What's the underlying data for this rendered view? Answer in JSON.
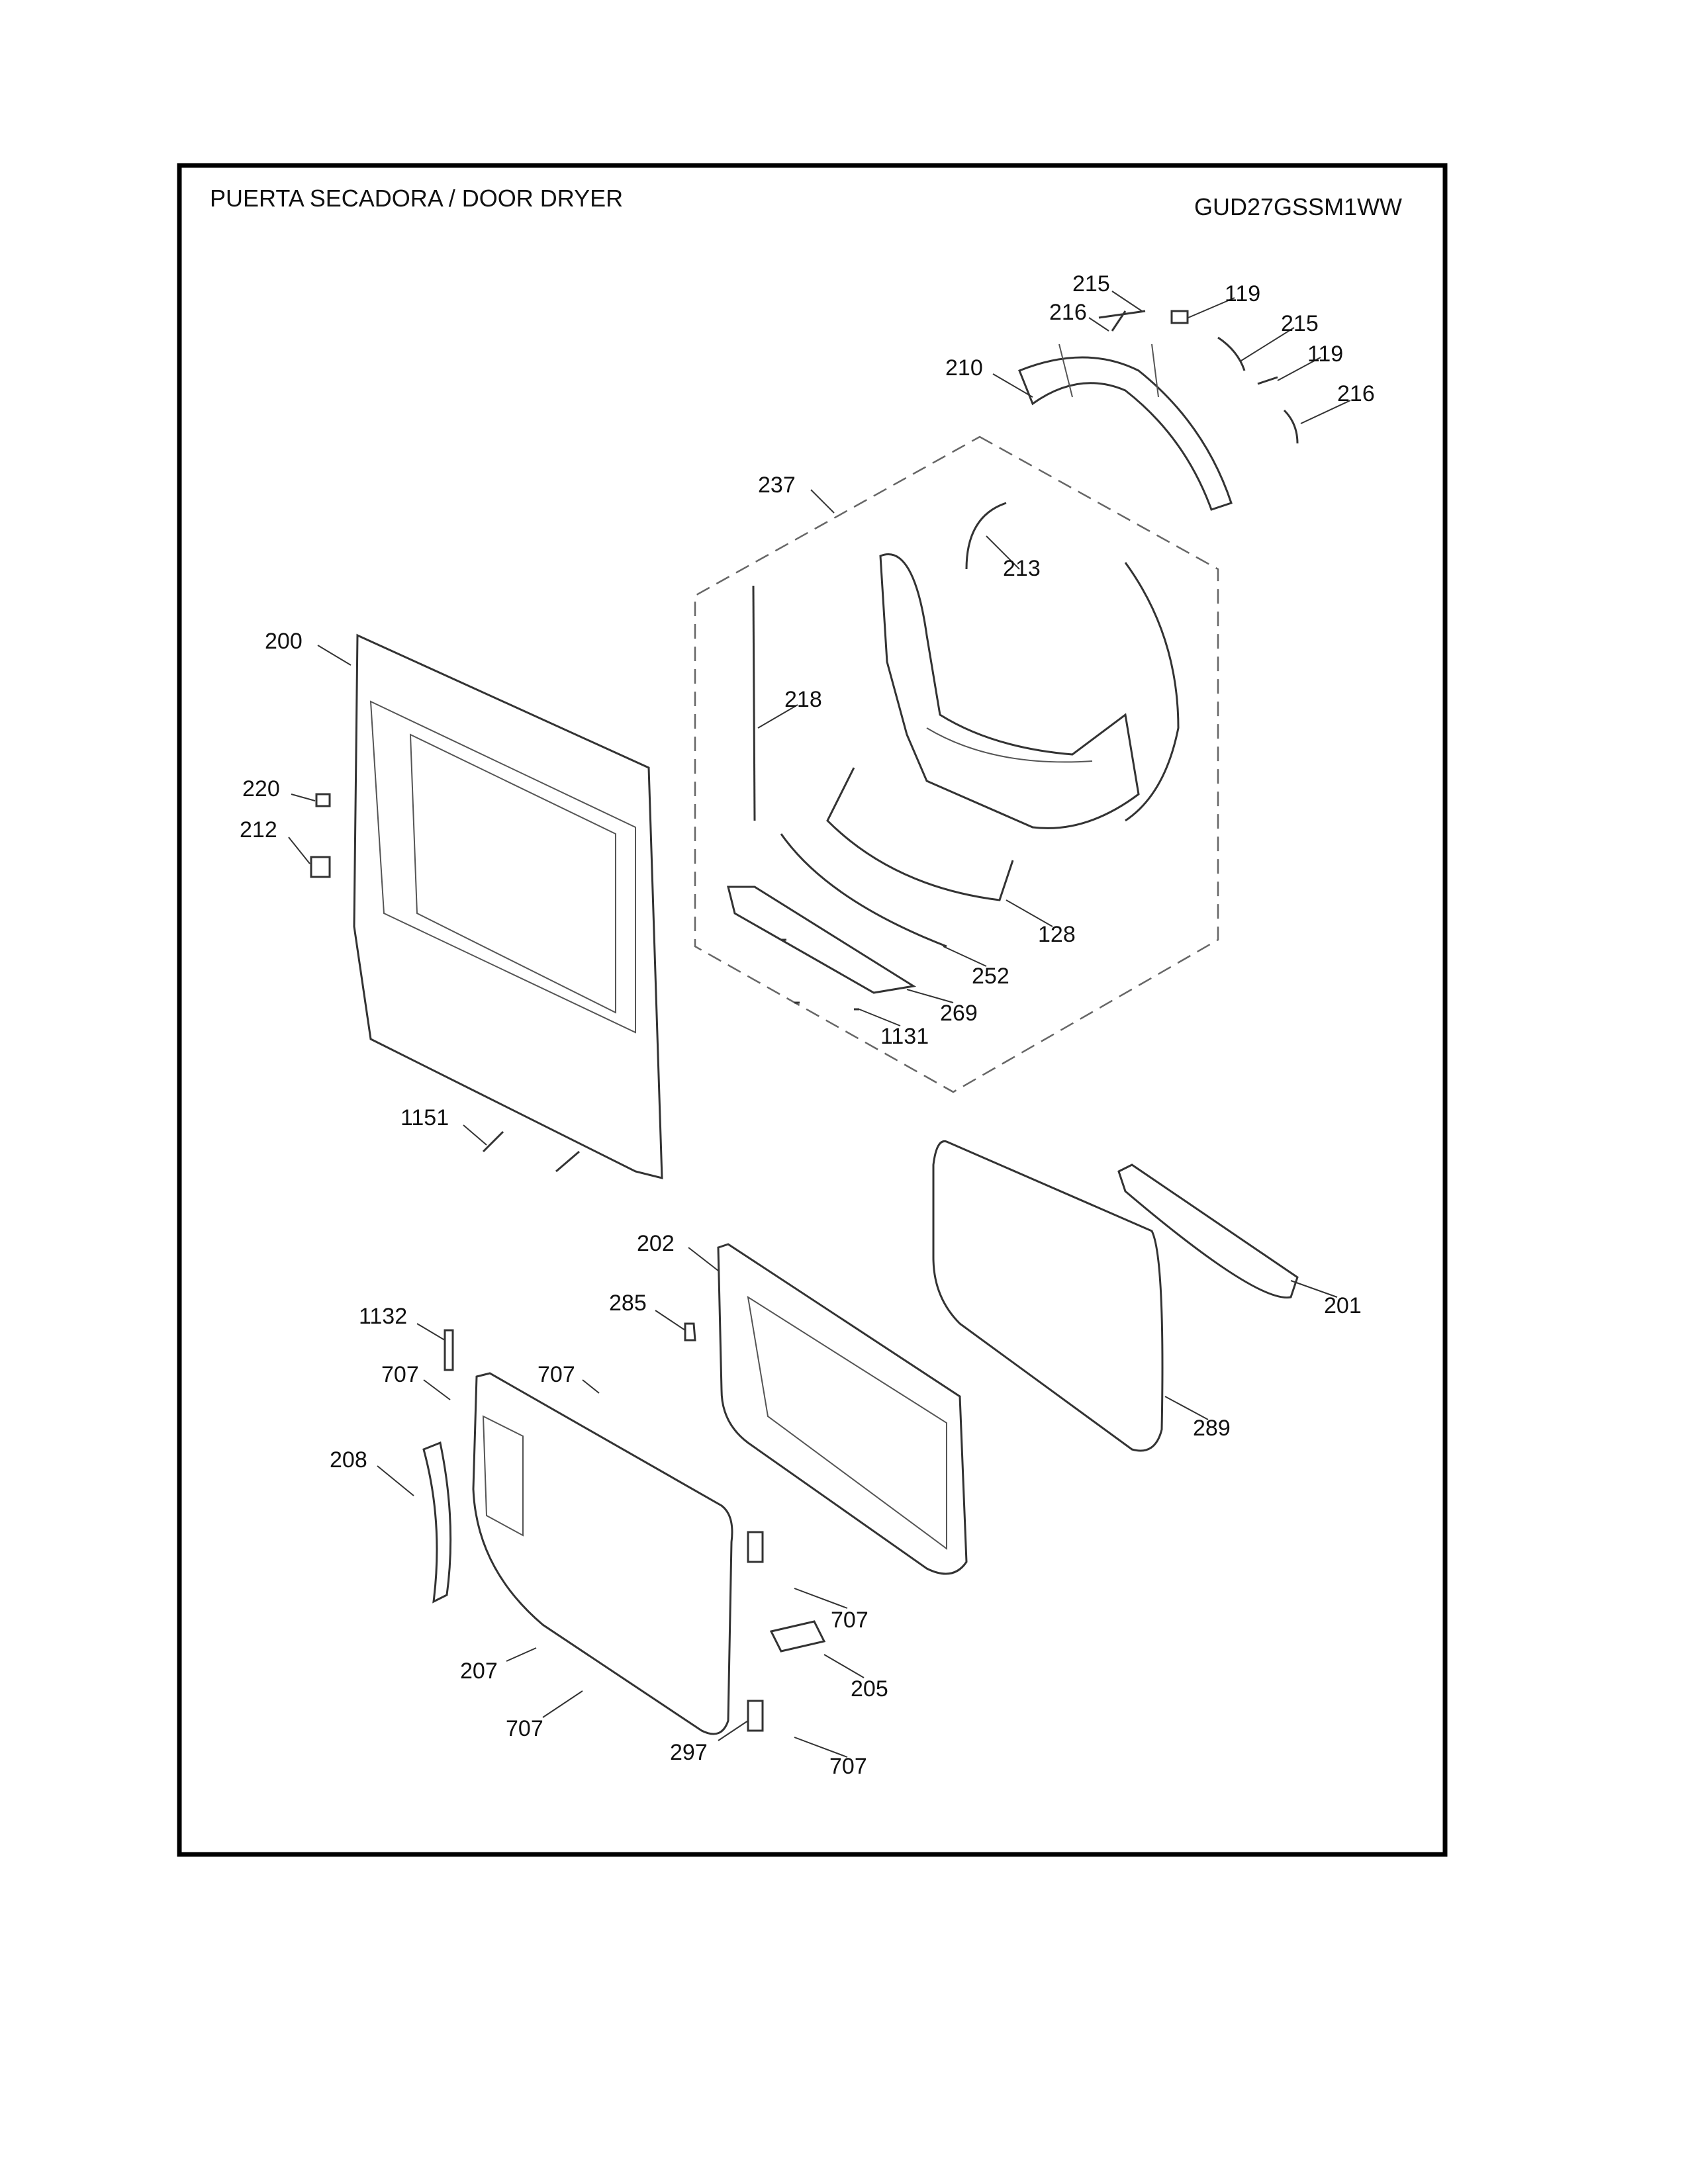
{
  "header": {
    "title": "PUERTA SECADORA / DOOR DRYER",
    "model": "GUD27GSSM1WW"
  },
  "callouts": [
    "215",
    "216",
    "119",
    "215",
    "119",
    "210",
    "216",
    "237",
    "213",
    "200",
    "218",
    "220",
    "212",
    "128",
    "252",
    "269",
    "1131",
    "1151",
    "202",
    "201",
    "285",
    "1132",
    "707",
    "707",
    "289",
    "208",
    "707",
    "207",
    "205",
    "707",
    "297",
    "707"
  ]
}
